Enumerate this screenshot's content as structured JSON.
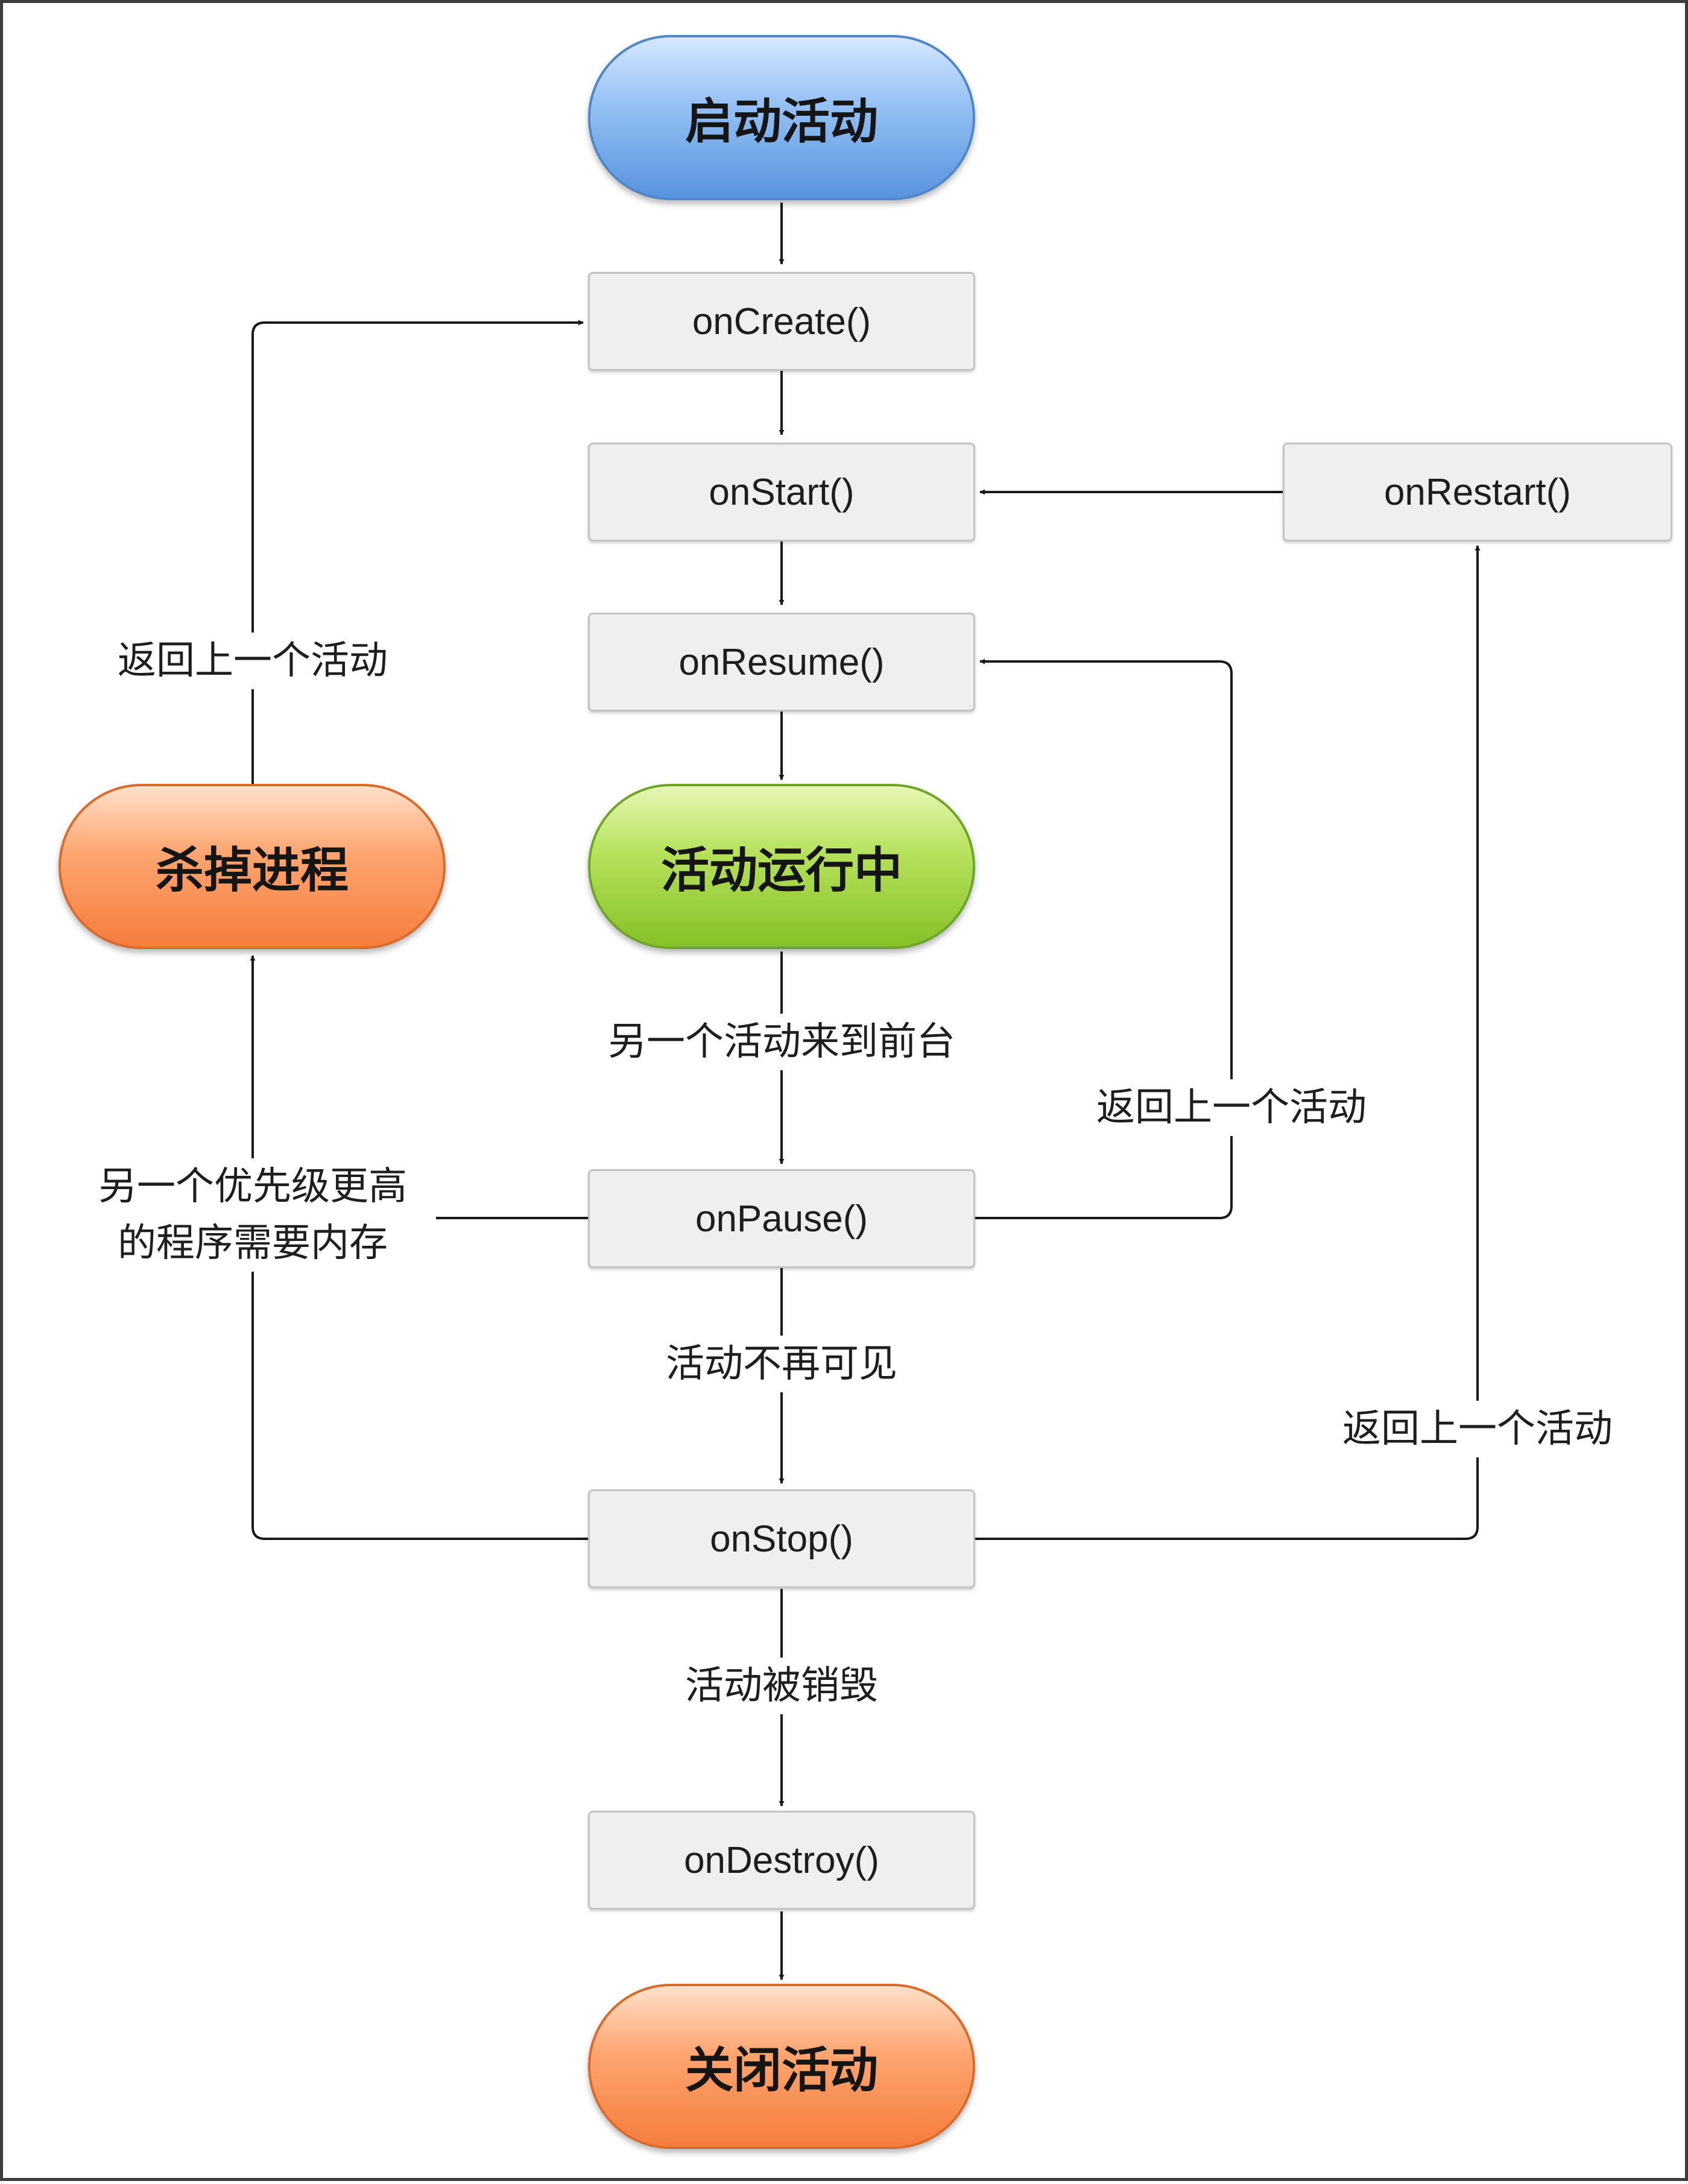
{
  "states": {
    "launch": "启动活动",
    "running": "活动运行中",
    "killed": "杀掉进程",
    "shutdown": "关闭活动"
  },
  "methods": {
    "on_create": "onCreate()",
    "on_start": "onStart()",
    "on_resume": "onResume()",
    "on_pause": "onPause()",
    "on_stop": "onStop()",
    "on_destroy": "onDestroy()",
    "on_restart": "onRestart()"
  },
  "transitions": {
    "back_to_create": "返回上一个活动",
    "another_foreground": "另一个活动来到前台",
    "back_to_resume": "返回上一个活动",
    "memory_needed_line1": "另一个优先级更高",
    "memory_needed_line2": "的程序需要内存",
    "no_longer_visible": "活动不再可见",
    "back_to_restart": "返回上一个活动",
    "destroyed": "活动被销毁"
  },
  "colors": {
    "launch_state": "#6aa3ea",
    "running_state": "#9fd23d",
    "killed_state": "#f88d50",
    "shutdown_state": "#f88d50",
    "method_box": "#efefef",
    "line": "#1a1a1a"
  }
}
